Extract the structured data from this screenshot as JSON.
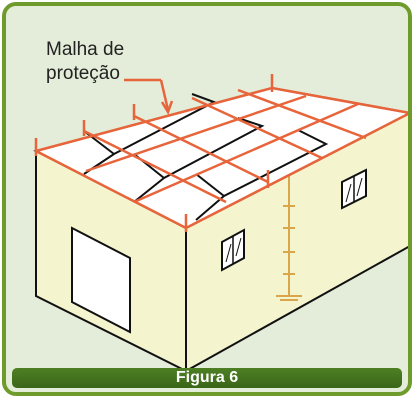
{
  "label": {
    "line1": "Malha de",
    "line2": "proteção"
  },
  "caption": "Figura 6",
  "colors": {
    "frame_border": "#6f9b2c",
    "background": "#e3edd9",
    "wall": "#f4f5cf",
    "protection_mesh": "#e8643a",
    "caption_bar": "#4e7f24",
    "ground_wire": "#d9b36a"
  }
}
